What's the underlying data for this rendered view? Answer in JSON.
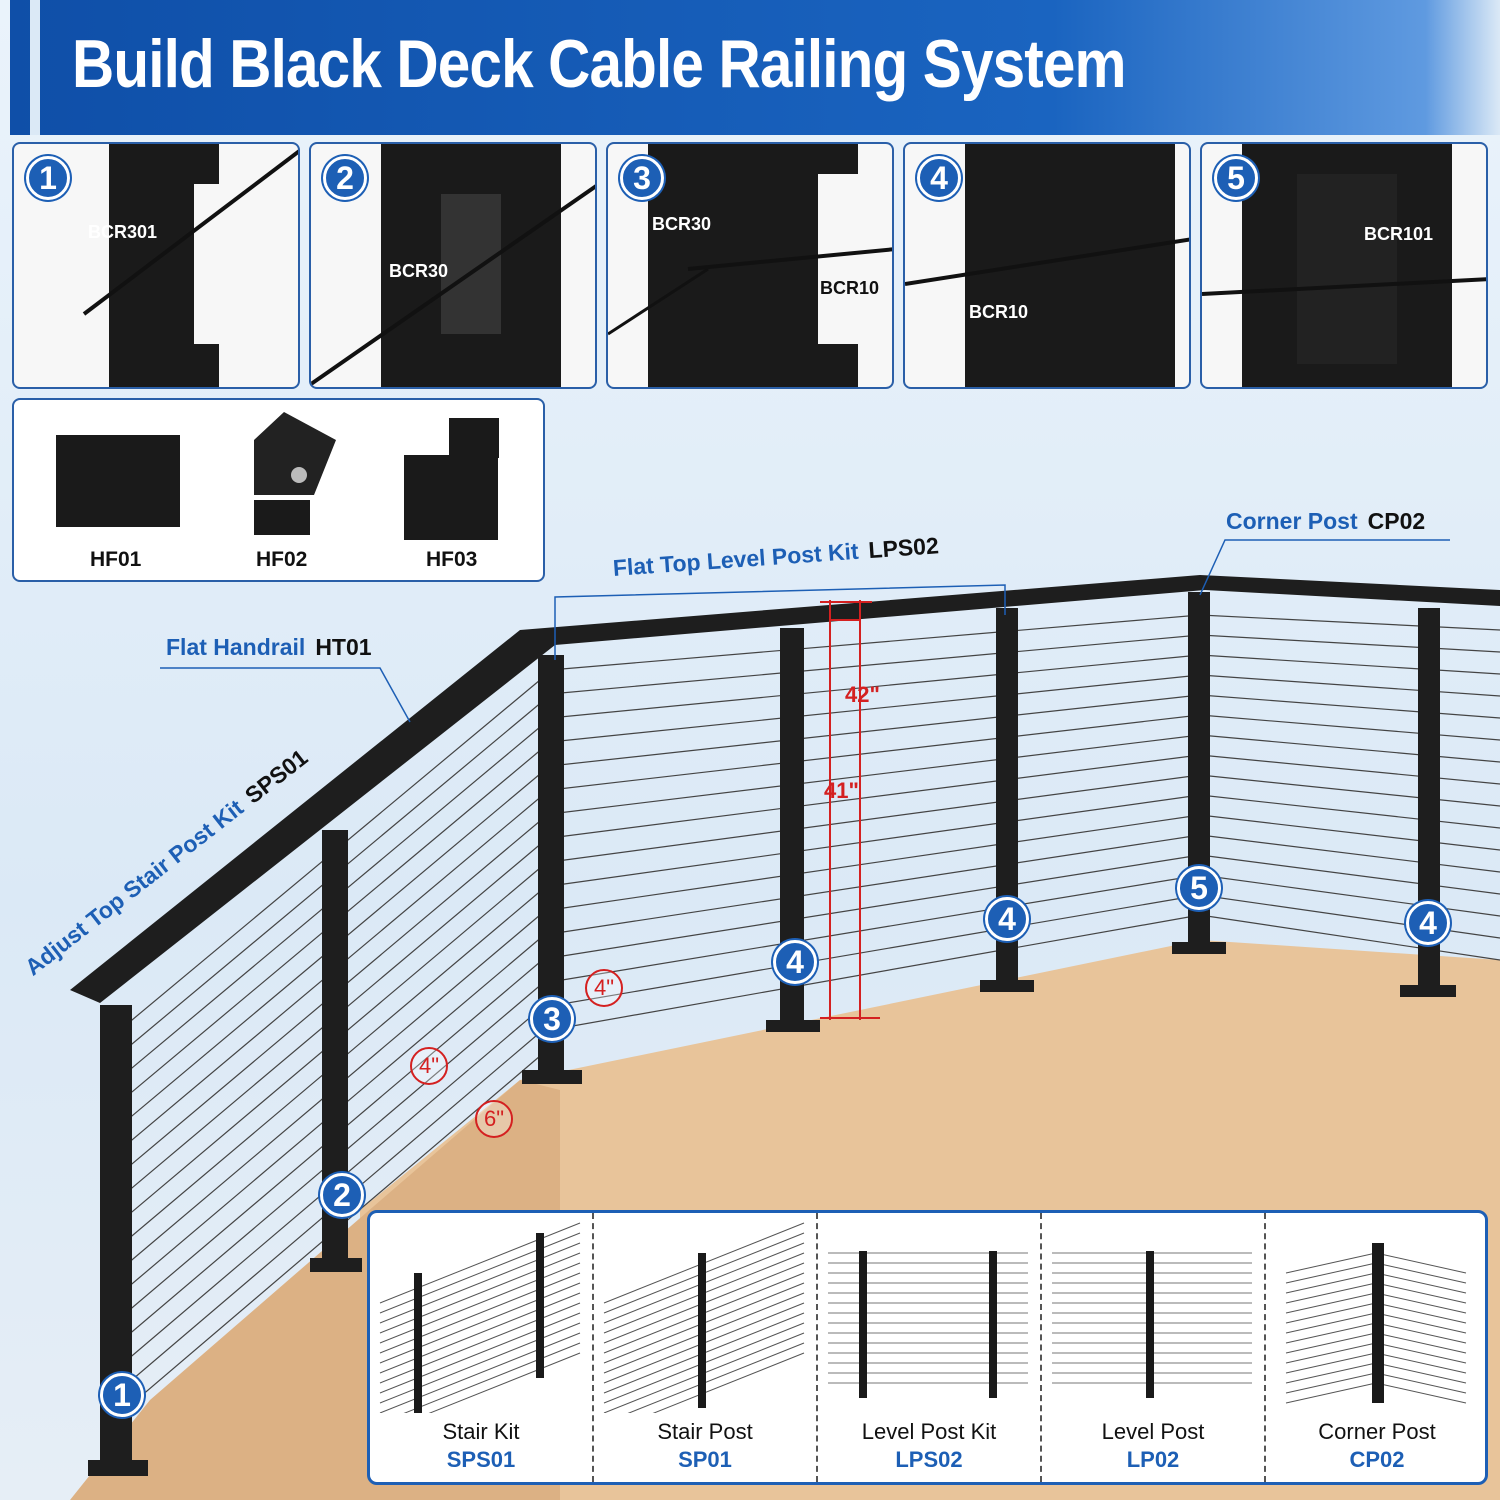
{
  "title": "Build Black Deck Cable Railing System",
  "colors": {
    "brand_blue": "#1d5fb5",
    "measurement_red": "#d42020",
    "post_black": "#1a1a1a",
    "deck_wood": "#e8c49a"
  },
  "detail_panels": [
    {
      "number": "1",
      "labels": [
        "BCR301"
      ]
    },
    {
      "number": "2",
      "labels": [
        "BCR30"
      ]
    },
    {
      "number": "3",
      "labels": [
        "BCR30",
        "BCR10"
      ]
    },
    {
      "number": "4",
      "labels": [
        "BCR10"
      ]
    },
    {
      "number": "5",
      "labels": [
        "BCR101"
      ]
    }
  ],
  "hardware": [
    {
      "label": "HF01"
    },
    {
      "label": "HF02"
    },
    {
      "label": "HF03"
    }
  ],
  "callouts": {
    "handrail": {
      "name": "Flat Handrail",
      "code": "HT01"
    },
    "stair_kit": {
      "name": "Adjust Top Stair Post Kit",
      "code": "SPS01"
    },
    "level_kit": {
      "name": "Flat Top Level Post Kit",
      "code": "LPS02"
    },
    "corner": {
      "name": "Corner Post",
      "code": "CP02"
    }
  },
  "measurements": {
    "rail_height": "42\"",
    "post_height": "41\"",
    "cable_spacing_level": "4\"",
    "cable_spacing_stair": "4\"",
    "bottom_gap": "6\""
  },
  "scene_markers": [
    "1",
    "2",
    "3",
    "4",
    "4",
    "5",
    "4"
  ],
  "legend": [
    {
      "name": "Stair Kit",
      "code": "SPS01"
    },
    {
      "name": "Stair Post",
      "code": "SP01"
    },
    {
      "name": "Level Post Kit",
      "code": "LPS02"
    },
    {
      "name": "Level Post",
      "code": "LP02"
    },
    {
      "name": "Corner Post",
      "code": "CP02"
    }
  ]
}
